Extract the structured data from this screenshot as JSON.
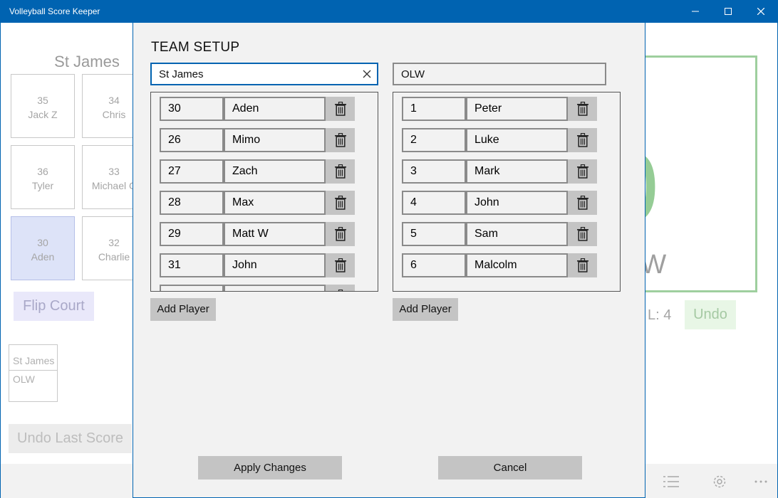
{
  "window": {
    "title": "Volleyball Score Keeper"
  },
  "background": {
    "left_team": {
      "name": "St James",
      "court": [
        {
          "number": "35",
          "name": "Jack Z",
          "active": false
        },
        {
          "number": "34",
          "name": "Chris",
          "active": false
        },
        {
          "number": "36",
          "name": "Tyler",
          "active": false
        },
        {
          "number": "33",
          "name": "Michael C",
          "active": false
        },
        {
          "number": "30",
          "name": "Aden",
          "active": true
        },
        {
          "number": "32",
          "name": "Charlie",
          "active": false
        }
      ]
    },
    "flip_court_label": "Flip Court",
    "scoreboard_teams": [
      "St James",
      "OLW"
    ],
    "undo_last_score_label": "Undo Last Score",
    "right_team": {
      "score": "0",
      "name_partial": "LW",
      "stat_partial": "L: 4",
      "undo_label": "Undo"
    }
  },
  "dialog": {
    "title": "TEAM SETUP",
    "team1": {
      "name": "St James",
      "players": [
        {
          "number": "30",
          "name": "Aden"
        },
        {
          "number": "26",
          "name": "Mimo"
        },
        {
          "number": "27",
          "name": "Zach"
        },
        {
          "number": "28",
          "name": "Max"
        },
        {
          "number": "29",
          "name": "Matt W"
        },
        {
          "number": "31",
          "name": "John"
        },
        {
          "number": "",
          "name": ""
        }
      ],
      "add_player_label": "Add Player"
    },
    "team2": {
      "name": "OLW",
      "players": [
        {
          "number": "1",
          "name": "Peter"
        },
        {
          "number": "2",
          "name": "Luke"
        },
        {
          "number": "3",
          "name": "Mark"
        },
        {
          "number": "4",
          "name": "John"
        },
        {
          "number": "5",
          "name": "Sam"
        },
        {
          "number": "6",
          "name": "Malcolm"
        }
      ],
      "add_player_label": "Add Player"
    },
    "apply_label": "Apply Changes",
    "cancel_label": "Cancel"
  },
  "colors": {
    "titlebar": "#0063b1",
    "score_green": "#95cc95",
    "dialog_bg": "#f2f2f2"
  },
  "icons": [
    "minimize-icon",
    "maximize-icon",
    "close-icon",
    "clear-icon",
    "trash-icon",
    "list-icon",
    "gear-icon",
    "more-icon"
  ]
}
